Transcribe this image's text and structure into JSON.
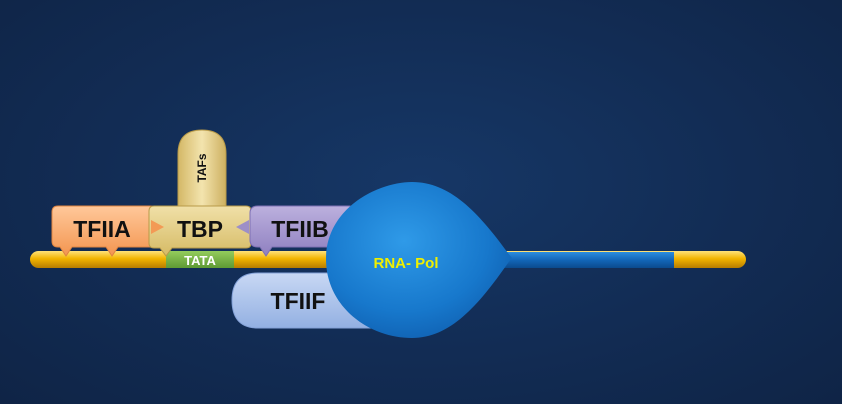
{
  "diagram": {
    "labels": {
      "tfiia": "TFIIA",
      "tbp": "TBP",
      "tafs": "TAFs",
      "tfiib": "TFIIB",
      "tata": "TATA",
      "tfiif": "TFIIF",
      "rna_pol": "RNA- Pol"
    },
    "colors": {
      "background": "#132d56",
      "dna_strand": "#f2b200",
      "tata_box": "#7ab648",
      "tfiia": "#f9a86a",
      "tbp": "#e3cd83",
      "tafs": "#e3cd83",
      "tfiib": "#a99ad0",
      "tfiif": "#b4c9ec",
      "rna_pol": "#1e88d8",
      "rna_pol_label": "#f0f000"
    }
  }
}
